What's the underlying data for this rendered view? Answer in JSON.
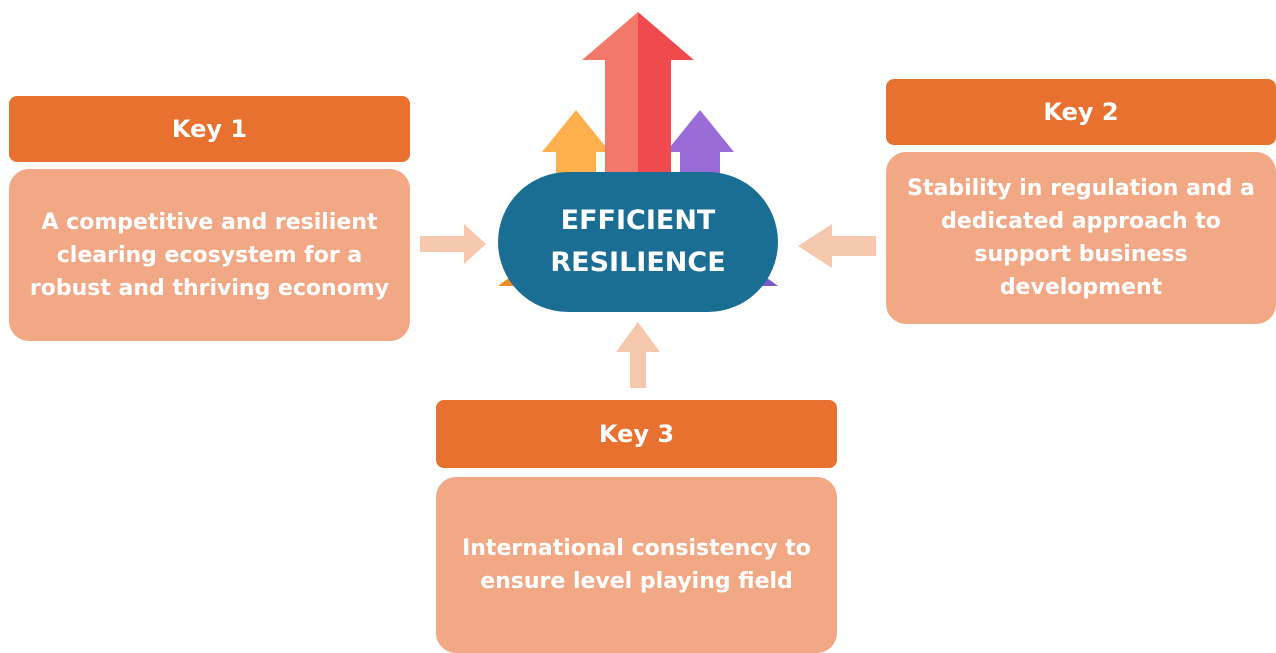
{
  "center": {
    "title": "EFFICIENT\nRESILIENCE"
  },
  "keys": [
    {
      "header": "Key 1",
      "body": "A competitive and resilient clearing ecosystem for a robust and thriving economy"
    },
    {
      "header": "Key 2",
      "body": "Stability in regulation and a dedicated approach to support business development"
    },
    {
      "header": "Key 3",
      "body": "International consistency to ensure level playing field"
    }
  ],
  "colors": {
    "header": "#e8712f",
    "body": "#f2a885",
    "center": "#1a6e94",
    "connector": "#f5c7ac",
    "arrow_main_light": "#f2786a",
    "arrow_main_dark": "#f04a4e",
    "arrow_left": "#fdb04b",
    "arrow_right": "#9a6cd8"
  }
}
